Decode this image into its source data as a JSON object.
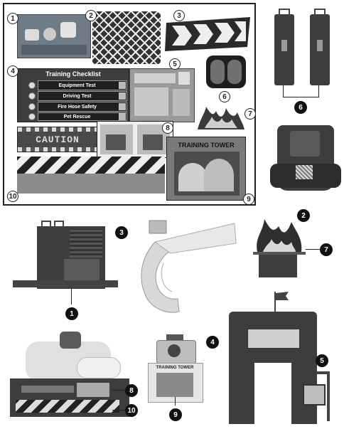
{
  "sheet": {
    "checklist": {
      "title": "Training Checklist",
      "items": [
        "Equipment Test",
        "Driving Test",
        "Fire Hose Safety",
        "Pet Rescue"
      ]
    },
    "banner_text": "CAUTION",
    "tower_title": "TRAINING TOWER",
    "callouts": [
      "1",
      "2",
      "3",
      "4",
      "5",
      "6",
      "7",
      "8",
      "9",
      "10"
    ]
  },
  "parts": {
    "small_tower_label": "TRAINING TOWER",
    "callouts": [
      "1",
      "2",
      "3",
      "4",
      "5",
      "6",
      "7",
      "8",
      "9",
      "10"
    ]
  }
}
